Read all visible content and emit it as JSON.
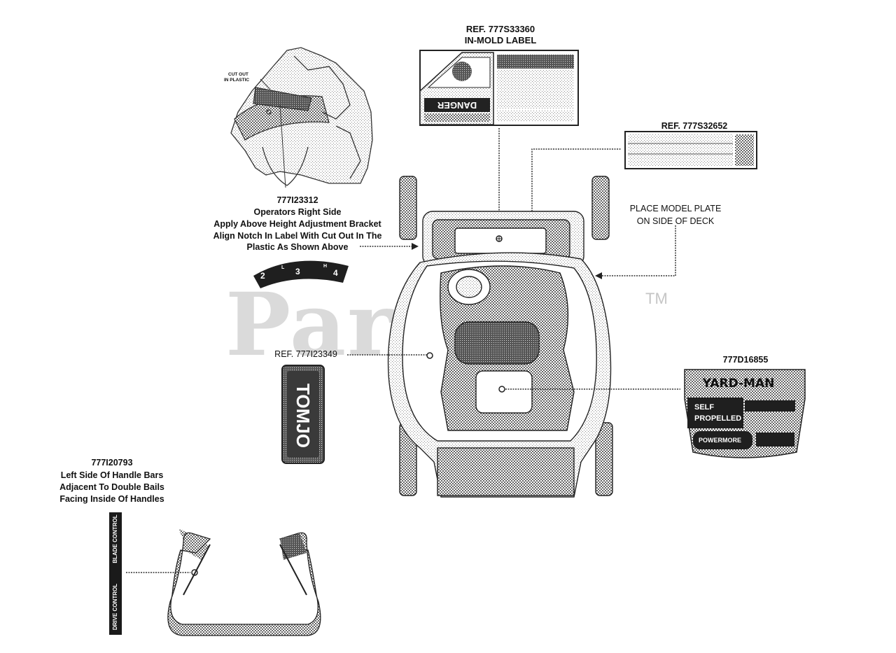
{
  "watermark": {
    "text": "Parts",
    "tm": "TM"
  },
  "labels": {
    "ref_333": "REF. 777S33360",
    "in_mold": "IN-MOLD LABEL",
    "ref_326": "REF. 777S32652",
    "model_plate": [
      "PLACE MODEL PLATE",
      "ON SIDE OF DECK"
    ],
    "height_label": [
      "777I23312",
      "Operators Right Side",
      "Apply Above Height Adjustment Bracket",
      "Align Notch In Label With Cut Out In The",
      "Plastic As Shown Above"
    ],
    "ref_233": "REF. 777I23349",
    "yardman_label": "777D16855",
    "handle_label": [
      "777I20793",
      "Left Side Of Handle Bars",
      "Adjacent To Double Bails",
      "Facing Inside Of Handles"
    ],
    "cut_out": [
      "CUT OUT",
      "IN PLASTIC"
    ]
  },
  "decals": {
    "danger": "DANGER",
    "height_marks": [
      "2",
      "L",
      "3",
      "H",
      "4"
    ],
    "tomjo": "TOMJO",
    "yardman": {
      "brand": "YARD-MAN",
      "self": "SELF",
      "propelled": "PROPELLED",
      "power": "POWERMORE"
    },
    "control": {
      "blade": "BLADE CONTROL",
      "drive": "DRIVE CONTROL"
    }
  },
  "colors": {
    "line": "#222222",
    "halftone": "#7a7a7a",
    "watermark": "#999999"
  }
}
